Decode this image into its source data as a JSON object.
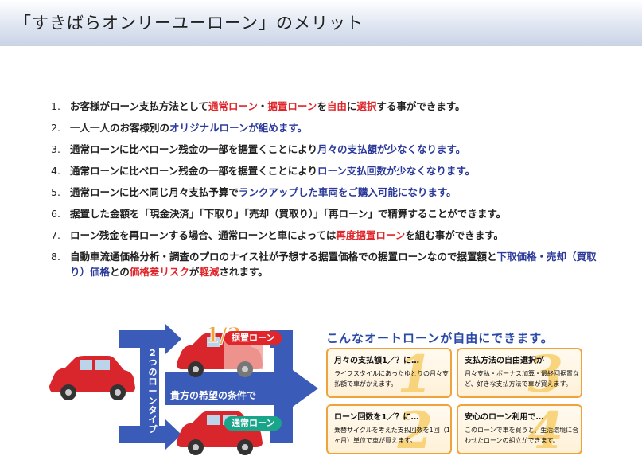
{
  "header": {
    "title": "「すきばらオンリーユーローン」のメリット"
  },
  "merits": [
    {
      "num": "1.",
      "segments": [
        {
          "text": "お客様がローン支払方法として",
          "style": "plain"
        },
        {
          "text": "通常ローン",
          "style": "red"
        },
        {
          "text": "・",
          "style": "plain"
        },
        {
          "text": "据置ローン",
          "style": "red"
        },
        {
          "text": "を",
          "style": "plain"
        },
        {
          "text": "自由",
          "style": "red"
        },
        {
          "text": "に",
          "style": "plain"
        },
        {
          "text": "選択",
          "style": "red"
        },
        {
          "text": "する事ができます。",
          "style": "plain"
        }
      ]
    },
    {
      "num": "2.",
      "segments": [
        {
          "text": "一人一人のお客様別の",
          "style": "plain"
        },
        {
          "text": "オリジナルローンが組めます。",
          "style": "blue"
        }
      ]
    },
    {
      "num": "3.",
      "segments": [
        {
          "text": "通常ローンに比べローン残金の一部を据置くことにより",
          "style": "plain"
        },
        {
          "text": "月々の支払額が少なくなります。",
          "style": "blue"
        }
      ]
    },
    {
      "num": "4.",
      "segments": [
        {
          "text": "通常ローンに比べローン残金の一部を据置くことにより",
          "style": "plain"
        },
        {
          "text": "ローン支払回数が少なくなります。",
          "style": "blue"
        }
      ]
    },
    {
      "num": "5.",
      "segments": [
        {
          "text": "通常ローンに比べ同じ月々支払予算で",
          "style": "plain"
        },
        {
          "text": "ランクアップした車両をご購入可能になります。",
          "style": "blue"
        }
      ]
    },
    {
      "num": "6.",
      "segments": [
        {
          "text": "据置した金額を「現金決済」「下取り」「売却（買取り）」「再ローン」で精算することができます。",
          "style": "plain"
        }
      ]
    },
    {
      "num": "7.",
      "segments": [
        {
          "text": "ローン残金を再ローンする場合、通常ローンと車によっては",
          "style": "plain"
        },
        {
          "text": "再度据置ローン",
          "style": "red"
        },
        {
          "text": "を組む事ができます。",
          "style": "plain"
        }
      ]
    },
    {
      "num": "8.",
      "segments": [
        {
          "text": "自動車流通価格分析・調査のプロのナイス社が予想する据置価格での据置ローンなので据置額と",
          "style": "plain"
        },
        {
          "text": "下取価格・売却（買取り）価格",
          "style": "blue"
        },
        {
          "text": "との",
          "style": "plain"
        },
        {
          "text": "価格差リスク",
          "style": "red"
        },
        {
          "text": "が",
          "style": "plain"
        },
        {
          "text": "軽減",
          "style": "red"
        },
        {
          "text": "されます。",
          "style": "plain"
        }
      ]
    }
  ],
  "diagram": {
    "fraction_label": "1/3",
    "tag_sueoki": "据置ローン",
    "tag_tsujo": "通常ローン",
    "vertical_label": "2つのローンタイプ",
    "condition_label": "貴方の希望の条件で",
    "subtitle": "こんなオートローンが自由にできます。",
    "boxes": [
      {
        "big": "1",
        "title": "月々の支払額1／？に…",
        "desc": "ライフスタイルにあったゆとりの月々支払額で車がかえます。"
      },
      {
        "big": "3",
        "title": "支払方法の自由選択が",
        "desc": "月々支払・ボーナス加算・最終回据置など、好きな支払方法で車が買えます。"
      },
      {
        "big": "2",
        "title": "ローン回数を1／？に…",
        "desc": "乗替サイクルを考えた支払回数を1回（1ヶ月）単位で車が買えます。"
      },
      {
        "big": "4",
        "title": "安心のローン利用で…",
        "desc": "このローンで車を買うと、生活環境に合わせたローンの組立ができます。"
      }
    ],
    "colors": {
      "arrow": "#3b5bb8",
      "car": "#d8262c",
      "car_ghost": "#f2a6a0",
      "box_border": "#f0a23c",
      "accent_red": "#e0262b",
      "accent_blue": "#2b3a9a"
    }
  }
}
